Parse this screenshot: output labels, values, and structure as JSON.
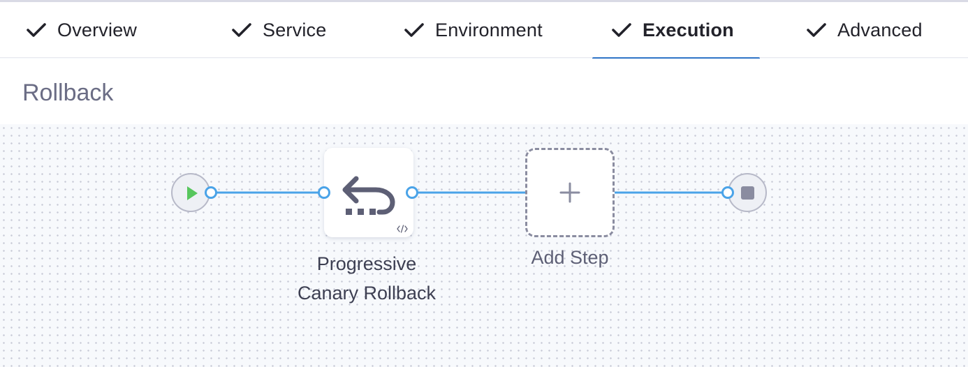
{
  "tabs": [
    {
      "label": "Overview",
      "completed": true,
      "active": false
    },
    {
      "label": "Service",
      "completed": true,
      "active": false
    },
    {
      "label": "Environment",
      "completed": true,
      "active": false
    },
    {
      "label": "Execution",
      "completed": true,
      "active": true
    },
    {
      "label": "Advanced",
      "completed": true,
      "active": false
    }
  ],
  "section": {
    "title": "Rollback"
  },
  "pipeline": {
    "step": {
      "label_line1": "Progressive",
      "label_line2": "Canary Rollback",
      "icon": "rollback-icon"
    },
    "add_step": {
      "label": "Add Step",
      "icon": "plus-icon"
    }
  },
  "colors": {
    "accent": "#2f74c7",
    "connector": "#4aa3e8",
    "start": "#57c65d",
    "stop": "#8a8ca0",
    "title_text": "#6b6d85"
  }
}
